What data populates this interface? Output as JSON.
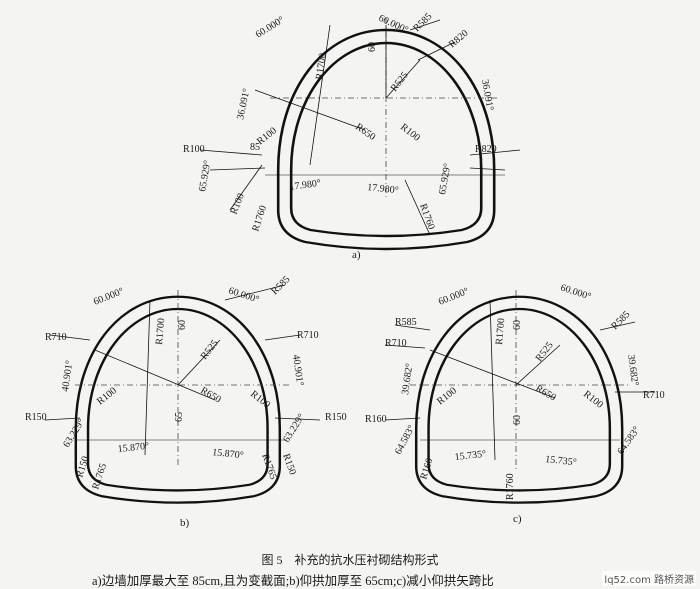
{
  "figure": {
    "caption_title": "图 5　补充的抗水压衬砌结构形式",
    "caption_desc": "a)边墙加厚最大至 85cm,且为变截面;b)仰拱加厚至 65cm;c)减小仰拱矢跨比",
    "watermark": "lq52.com 路桥资源"
  },
  "panels": [
    {
      "id": "a",
      "sub_label": "a)",
      "labels": [
        "60.000°",
        "60.000°",
        "R585",
        "R820",
        "R1700",
        "60",
        "R525",
        "36.091°",
        "36.091°",
        "R650",
        "R100",
        "R100",
        "85",
        "R100",
        "R820",
        "65.929°",
        "65.929°",
        "17.980°",
        "17.980°",
        "R100",
        "R1760",
        "R1760"
      ]
    },
    {
      "id": "b",
      "sub_label": "b)",
      "labels": [
        "60.000°",
        "60.000°",
        "R585",
        "R710",
        "R710",
        "R1700",
        "60",
        "R525",
        "40.901°",
        "40.901°",
        "R650",
        "R100",
        "R100",
        "65",
        "R150",
        "R150",
        "63.229°",
        "63.229°",
        "15.870°",
        "15.870°",
        "R150",
        "R1765",
        "R1765",
        "R150"
      ]
    },
    {
      "id": "c",
      "sub_label": "c)",
      "labels": [
        "60.000°",
        "60.000°",
        "R585",
        "R585",
        "R710",
        "R1700",
        "60",
        "R525",
        "39.682°",
        "39.682°",
        "R650",
        "R100",
        "R100",
        "60",
        "R710",
        "R160",
        "64.583°",
        "64.583°",
        "15.735°",
        "15.735°",
        "R160",
        "R1760"
      ]
    }
  ]
}
